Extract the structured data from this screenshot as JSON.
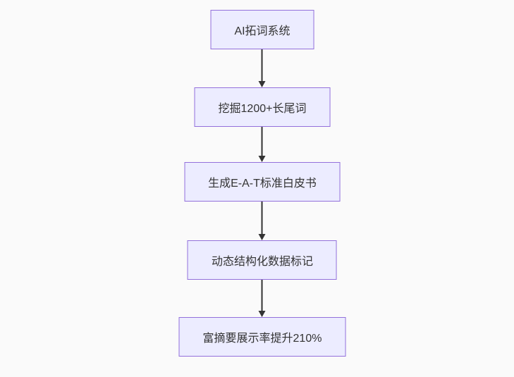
{
  "diagram": {
    "type": "flowchart-top-down",
    "colors": {
      "bg": "#fafafa",
      "node_fill": "#ECECFF",
      "node_border": "#9370DB",
      "text": "#333333",
      "arrow": "#333333"
    },
    "nodes": [
      {
        "id": "A",
        "label": "AI拓词系统"
      },
      {
        "id": "B",
        "label": "挖掘1200+长尾词"
      },
      {
        "id": "C",
        "label": "生成E-A-T标准白皮书"
      },
      {
        "id": "D",
        "label": "动态结构化数据标记"
      },
      {
        "id": "E",
        "label": "富摘要展示率提升210%"
      }
    ],
    "edges": [
      {
        "from": "A",
        "to": "B"
      },
      {
        "from": "B",
        "to": "C"
      },
      {
        "from": "C",
        "to": "D"
      },
      {
        "from": "D",
        "to": "E"
      }
    ]
  }
}
